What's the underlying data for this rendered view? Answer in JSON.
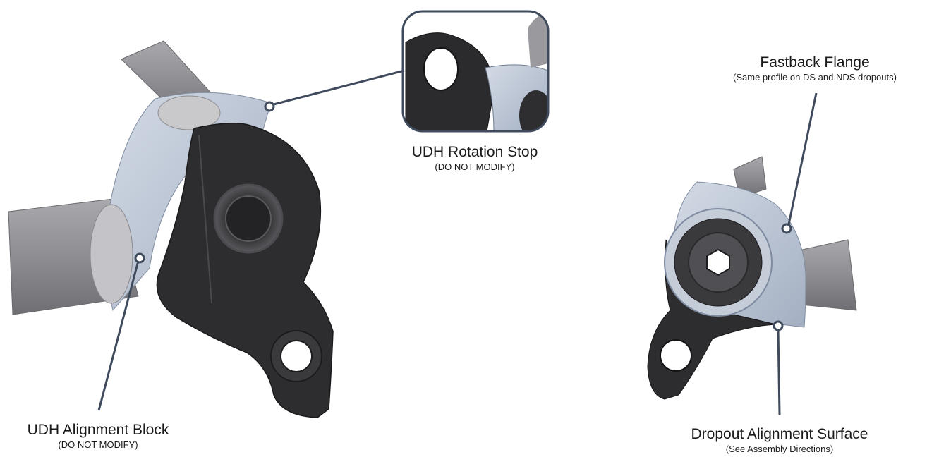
{
  "callouts": {
    "rotation_stop": {
      "title": "UDH Rotation Stop",
      "note": "(DO NOT MODIFY)"
    },
    "alignment_block": {
      "title": "UDH Alignment Block",
      "note": "(DO NOT MODIFY)"
    },
    "fastback_flange": {
      "title": "Fastback Flange",
      "note": "(Same profile on DS and NDS dropouts)"
    },
    "dropout_surface": {
      "title": "Dropout Alignment Surface",
      "note": "(See Assembly Directions)"
    }
  },
  "colors": {
    "leader_line": "#3f4b5c",
    "hanger_black": "#2b2b2d",
    "dropout_steel": "#b9c3d2",
    "tube_grey": "#8f8f93",
    "inset_border": "#3f4b5c"
  }
}
